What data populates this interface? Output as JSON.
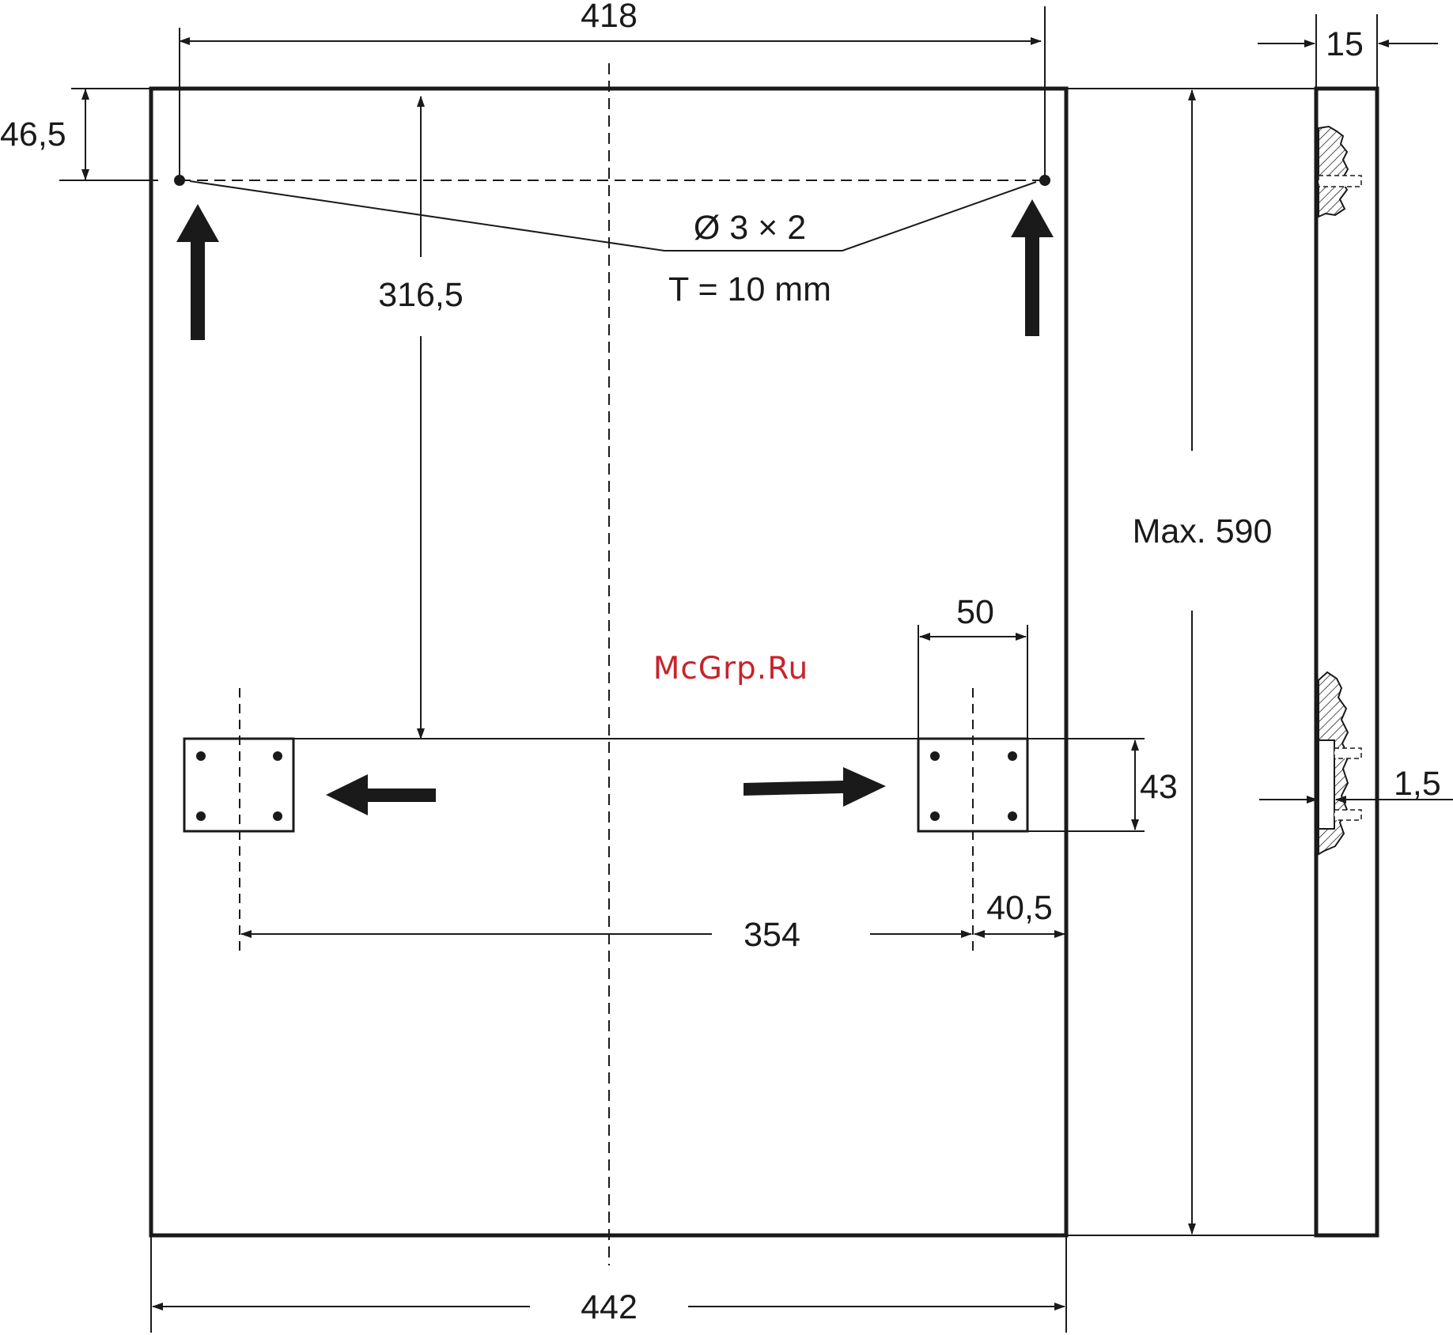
{
  "dimensions": {
    "top_width": "418",
    "top_offset": "46,5",
    "hole_depth": "316,5",
    "hole_spec": "Ø 3 × 2",
    "thickness_note": "T = 10 mm",
    "max_height": "Max. 590",
    "bracket_width": "50",
    "bracket_height": "43",
    "bracket_spacing": "354",
    "edge_offset": "40,5",
    "panel_width": "442",
    "side_thickness": "15",
    "recess_depth": "1,5"
  },
  "watermark": {
    "text": "McGrp.Ru",
    "color": "#c8232c"
  },
  "colors": {
    "line": "#1a1a1a",
    "background": "#ffffff"
  }
}
